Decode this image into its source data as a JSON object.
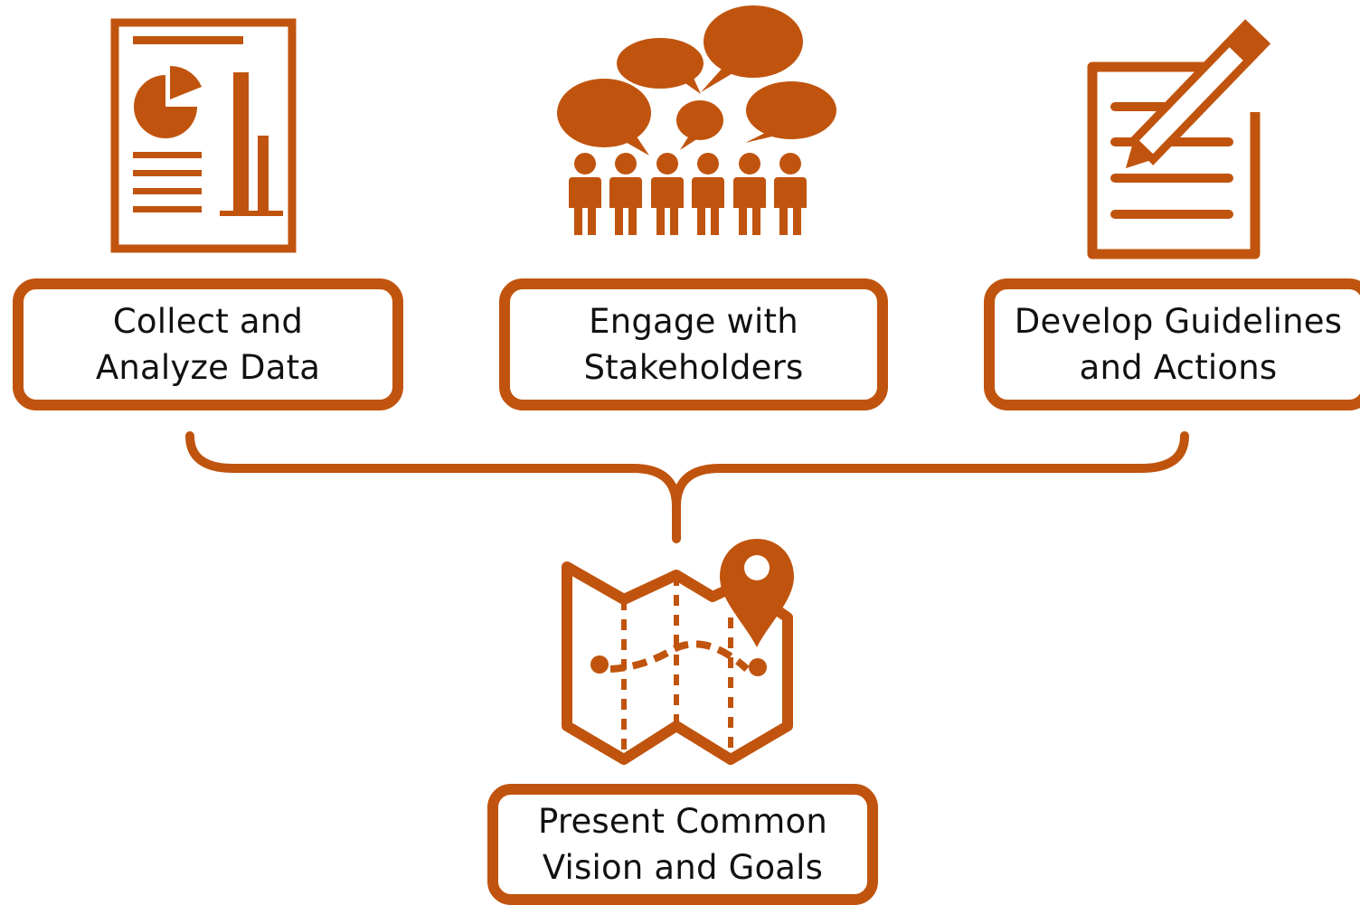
{
  "colors": {
    "accent": "#C0540E",
    "background": "#FFFFFF",
    "text": "#111111"
  },
  "steps": [
    {
      "label": "Collect and\nAnalyze Data",
      "icon": "report-chart-icon"
    },
    {
      "label": "Engage with\nStakeholders",
      "icon": "people-discussion-icon"
    },
    {
      "label": "Develop Guidelines\nand Actions",
      "icon": "document-pencil-icon"
    }
  ],
  "outcome": {
    "label": "Present Common\nVision and Goals",
    "icon": "map-pin-icon"
  }
}
